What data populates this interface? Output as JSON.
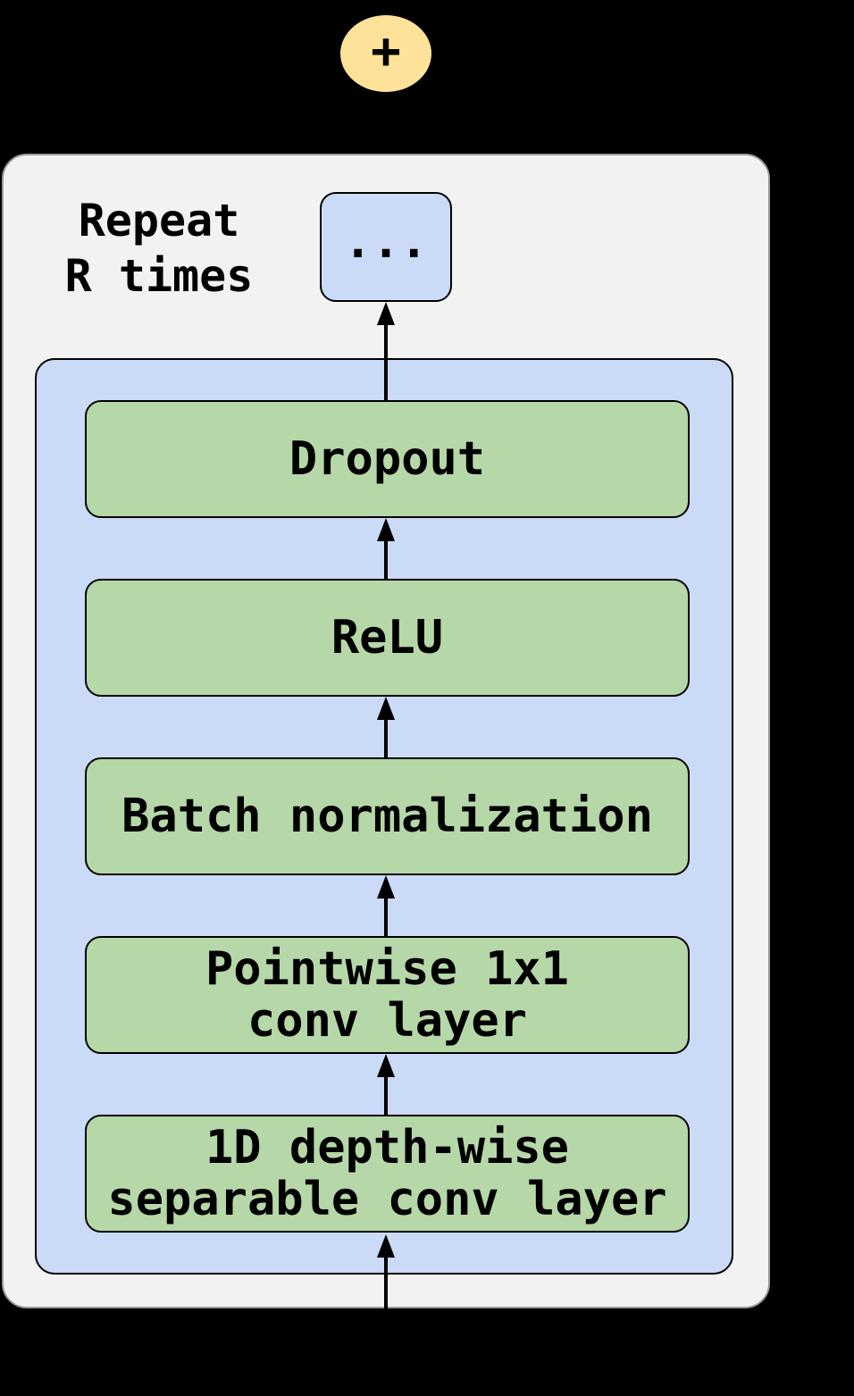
{
  "sum_node": {
    "symbol": "+"
  },
  "repeat_annotation": {
    "line1": "Repeat",
    "line2": "R times"
  },
  "ellipsis_box": {
    "label": "..."
  },
  "layers": [
    {
      "line1": "Dropout",
      "line2": ""
    },
    {
      "line1": "ReLU",
      "line2": ""
    },
    {
      "line1": "Batch normalization",
      "line2": ""
    },
    {
      "line1": "Pointwise 1x1",
      "line2": "conv layer"
    },
    {
      "line1": "1D depth-wise",
      "line2": "separable conv layer"
    }
  ],
  "colors": {
    "background": "#000000",
    "repeat_block_fill": "#f2f2f2",
    "repeat_block_border": "#999999",
    "conv_block_fill": "#cbdaf7",
    "layer_fill": "#b6d7a8",
    "sum_fill": "#ffe299",
    "stroke": "#000000",
    "text": "#000000"
  }
}
